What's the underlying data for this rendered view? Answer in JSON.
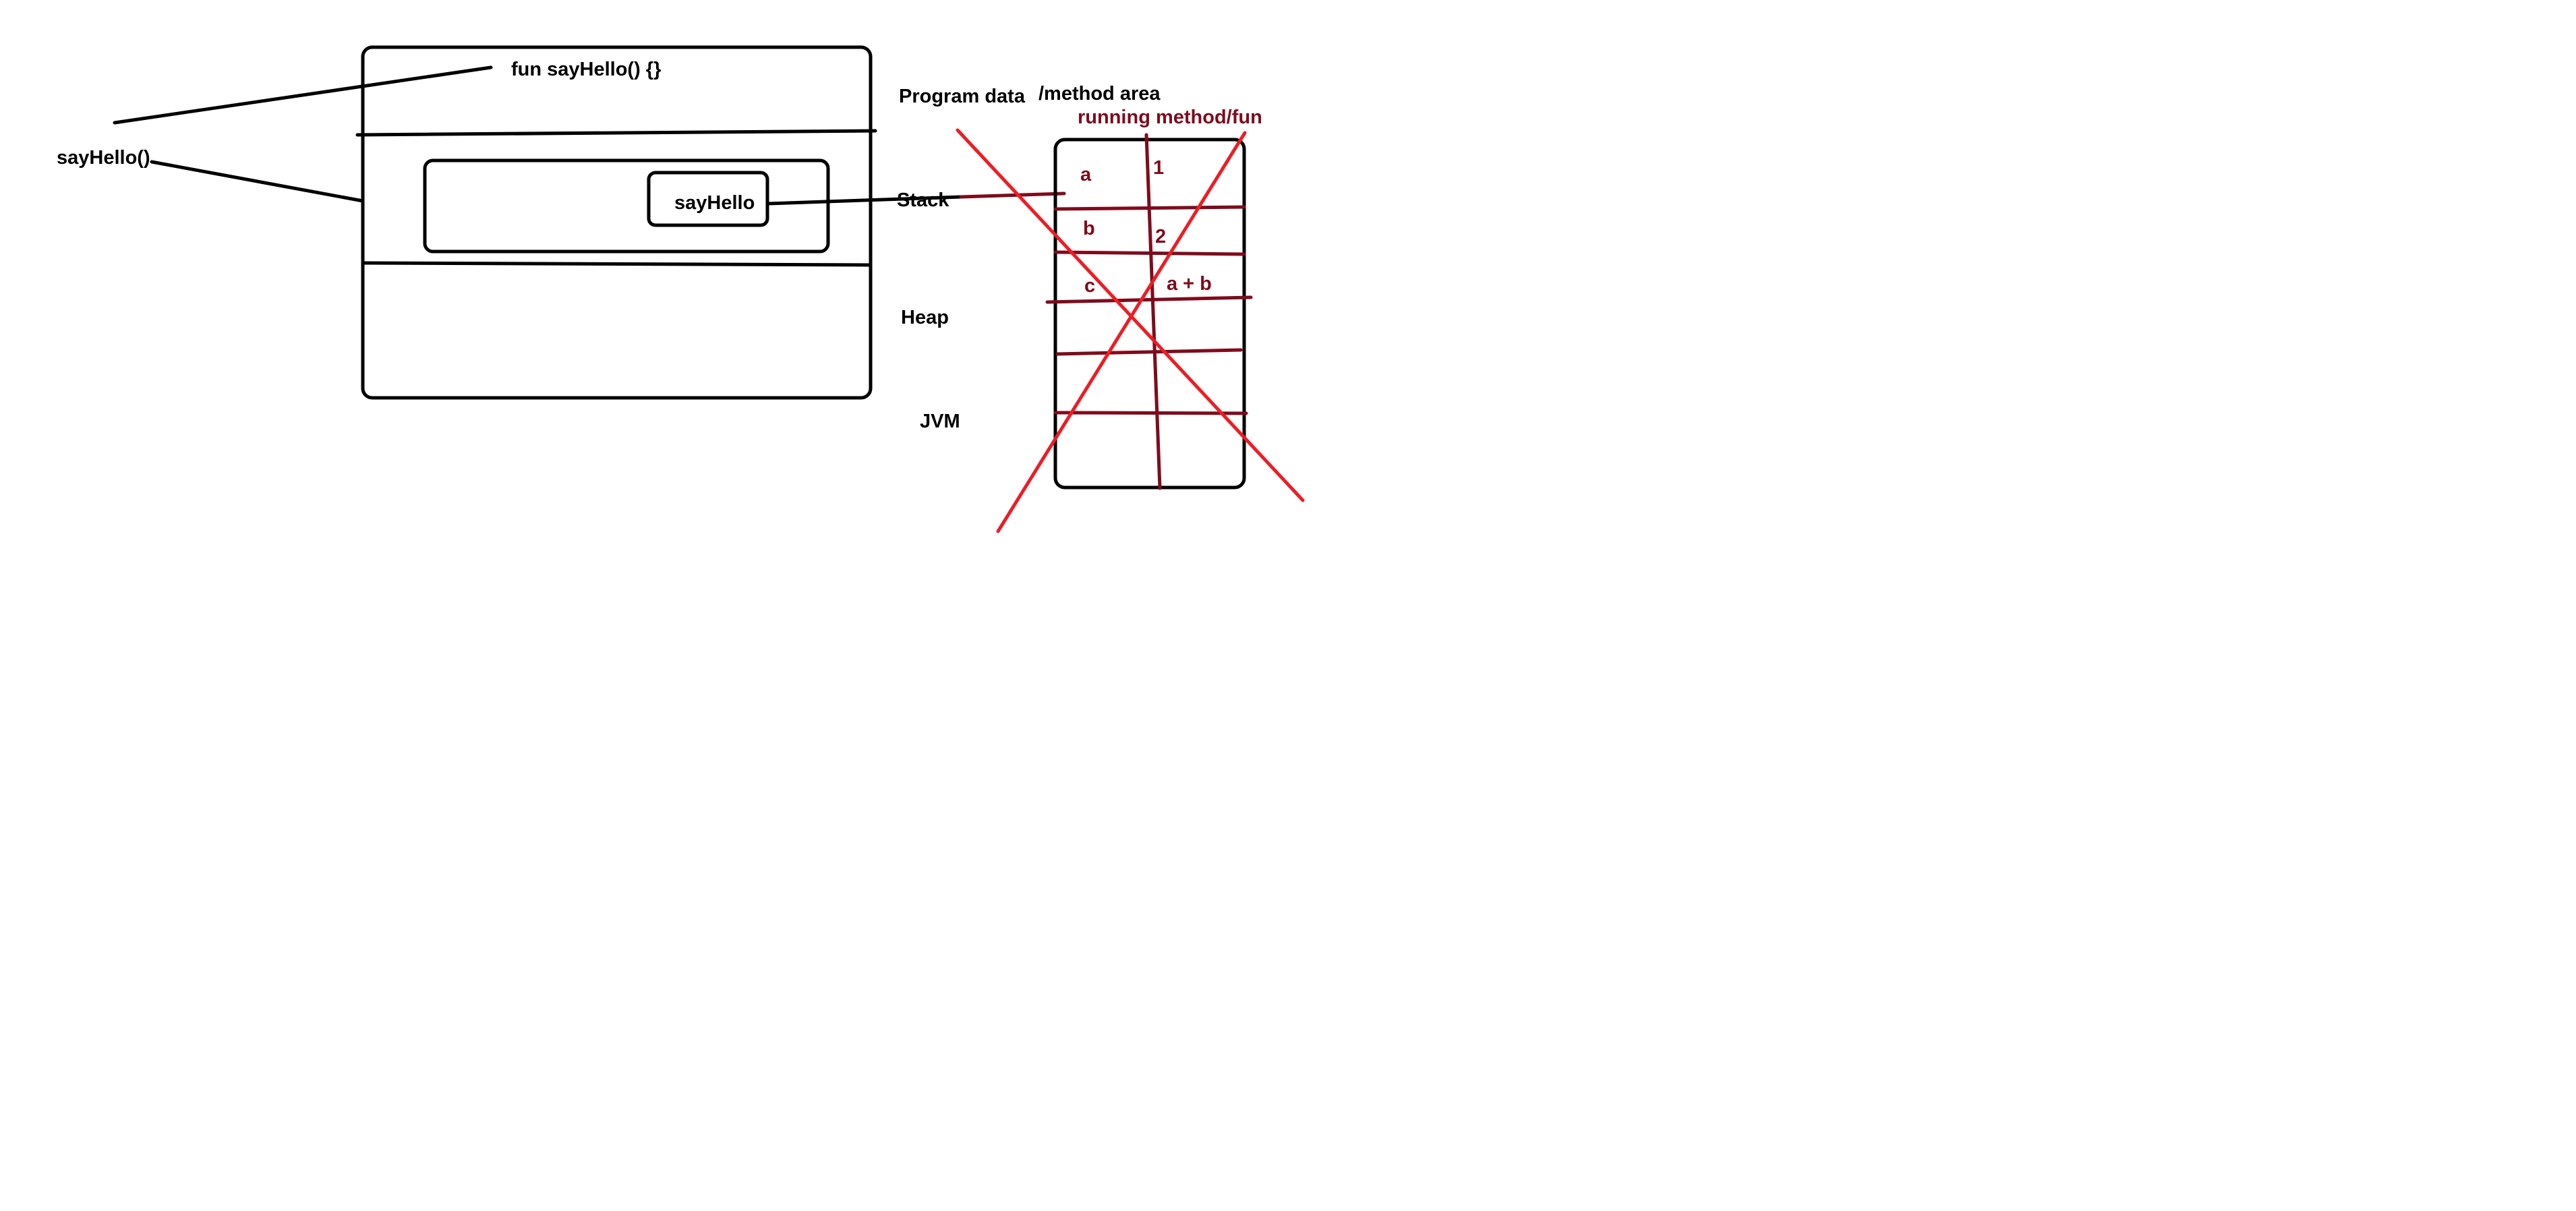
{
  "labels": {
    "say_hello_call": "sayHello()",
    "fun_declaration": "fun sayHello() {}",
    "say_hello_frame": "sayHello",
    "program_data": "Program data",
    "method_area": "/method area",
    "stack": "Stack",
    "heap": "Heap",
    "jvm": "JVM",
    "running_method": "running method/fun"
  },
  "frame_table": {
    "rows": [
      {
        "name": "a",
        "value": "1"
      },
      {
        "name": "b",
        "value": "2"
      },
      {
        "name": "c",
        "value": "a + b"
      }
    ]
  },
  "colors": {
    "ink": "#000000",
    "annotation": "#7f0b1c",
    "strike": "#ee1c24"
  }
}
